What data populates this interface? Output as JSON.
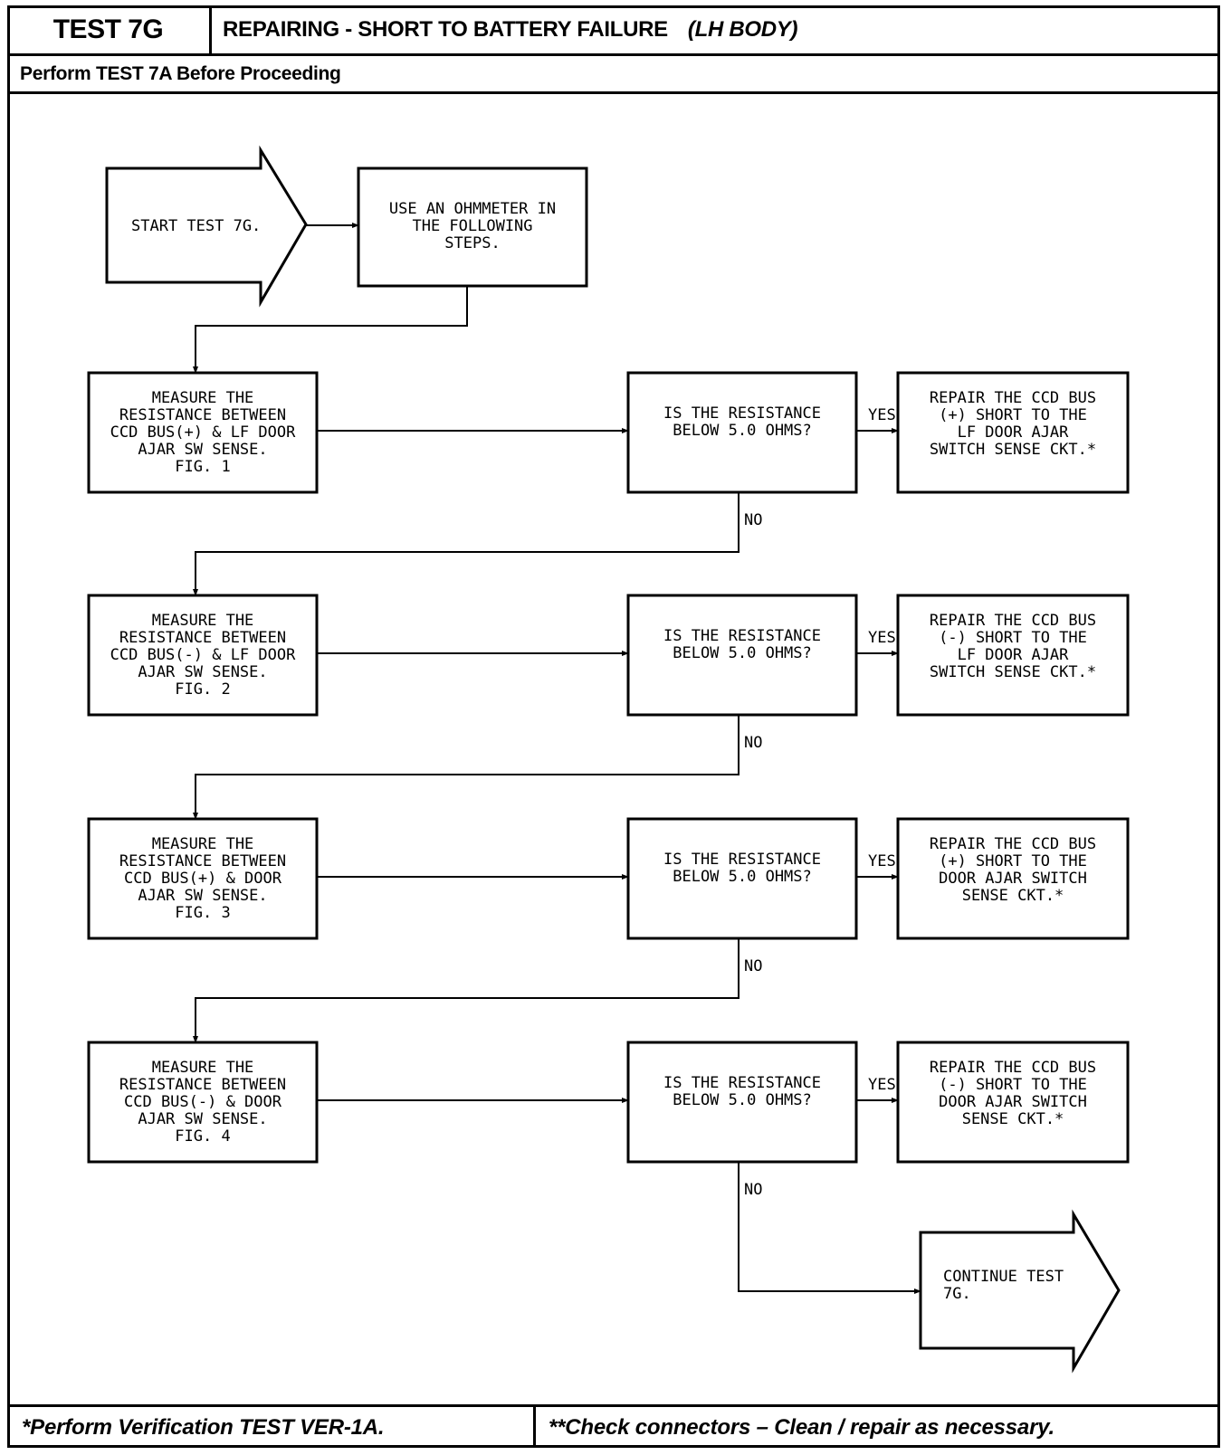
{
  "header": {
    "test_id": "TEST 7G",
    "title": "REPAIRING - SHORT TO BATTERY FAILURE",
    "subtitle": "(LH BODY)",
    "prerequisite": "Perform TEST 7A Before Proceeding"
  },
  "flow": {
    "start": [
      "START TEST 7G."
    ],
    "setup": [
      "USE AN OHMMETER IN",
      "THE FOLLOWING",
      "STEPS."
    ],
    "steps": [
      {
        "measure": [
          "MEASURE THE",
          "RESISTANCE BETWEEN",
          "CCD BUS(+) & LF DOOR",
          "AJAR SW SENSE.",
          "FIG. 1"
        ],
        "question": [
          "IS THE RESISTANCE",
          "BELOW 5.0 OHMS?"
        ],
        "repair": [
          "REPAIR THE CCD BUS",
          "(+) SHORT TO THE",
          "LF DOOR AJAR",
          "SWITCH SENSE CKT.*"
        ]
      },
      {
        "measure": [
          "MEASURE THE",
          "RESISTANCE BETWEEN",
          "CCD BUS(-) & LF DOOR",
          "AJAR SW SENSE.",
          "FIG. 2"
        ],
        "question": [
          "IS THE RESISTANCE",
          "BELOW 5.0 OHMS?"
        ],
        "repair": [
          "REPAIR THE CCD BUS",
          "(-) SHORT TO THE",
          "LF DOOR AJAR",
          "SWITCH SENSE CKT.*"
        ]
      },
      {
        "measure": [
          "MEASURE THE",
          "RESISTANCE BETWEEN",
          "CCD BUS(+) & DOOR",
          "AJAR SW SENSE.",
          "FIG. 3"
        ],
        "question": [
          "IS THE RESISTANCE",
          "BELOW 5.0 OHMS?"
        ],
        "repair": [
          "REPAIR THE CCD BUS",
          "(+) SHORT TO THE",
          "DOOR AJAR SWITCH",
          "SENSE CKT.*"
        ]
      },
      {
        "measure": [
          "MEASURE THE",
          "RESISTANCE BETWEEN",
          "CCD BUS(-) & DOOR",
          "AJAR SW SENSE.",
          "FIG. 4"
        ],
        "question": [
          "IS THE RESISTANCE",
          "BELOW 5.0 OHMS?"
        ],
        "repair": [
          "REPAIR THE CCD BUS",
          "(-) SHORT TO THE",
          "DOOR AJAR SWITCH",
          "SENSE CKT.*"
        ]
      }
    ],
    "yes_label": "YES",
    "no_label": "NO",
    "end": [
      "CONTINUE TEST",
      "7G."
    ]
  },
  "footer": {
    "left": "*Perform Verification TEST VER-1A.",
    "right": "**Check connectors – Clean / repair as necessary."
  }
}
